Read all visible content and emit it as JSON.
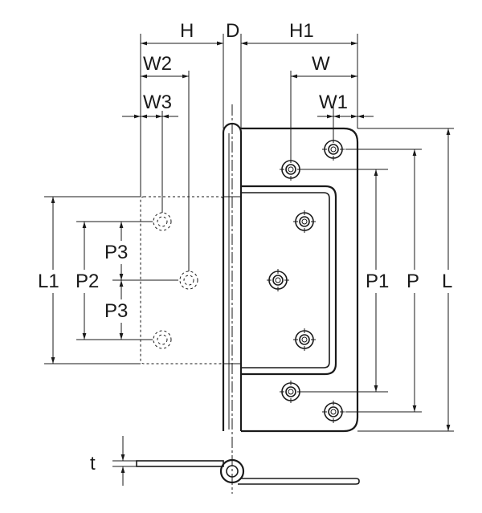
{
  "labels": {
    "H": "H",
    "D": "D",
    "H1": "H1",
    "W2": "W2",
    "W": "W",
    "W3": "W3",
    "W1": "W1",
    "L1": "L1",
    "P2": "P2",
    "P3_top": "P3",
    "P3_bottom": "P3",
    "P1": "P1",
    "P": "P",
    "L": "L",
    "t": "t"
  }
}
